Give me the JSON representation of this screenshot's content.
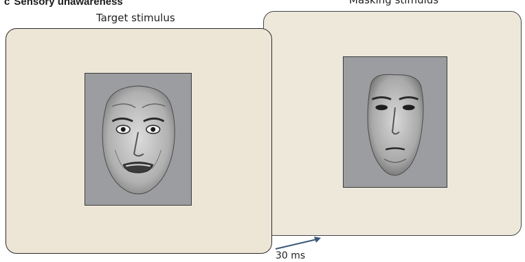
{
  "panel": {
    "letter": "c",
    "title": "Sensory unawareness"
  },
  "stimuli": {
    "target_label": "Target stimulus",
    "mask_label": "Masking stimulus"
  },
  "timing": {
    "label": "30 ms"
  },
  "colors": {
    "screen": "#ede6d7",
    "face_background": "#9b9da0",
    "arrow": "#3a5a78"
  },
  "icons": {
    "target_face": "fearful-face-icon",
    "mask_face": "neutral-face-icon"
  }
}
